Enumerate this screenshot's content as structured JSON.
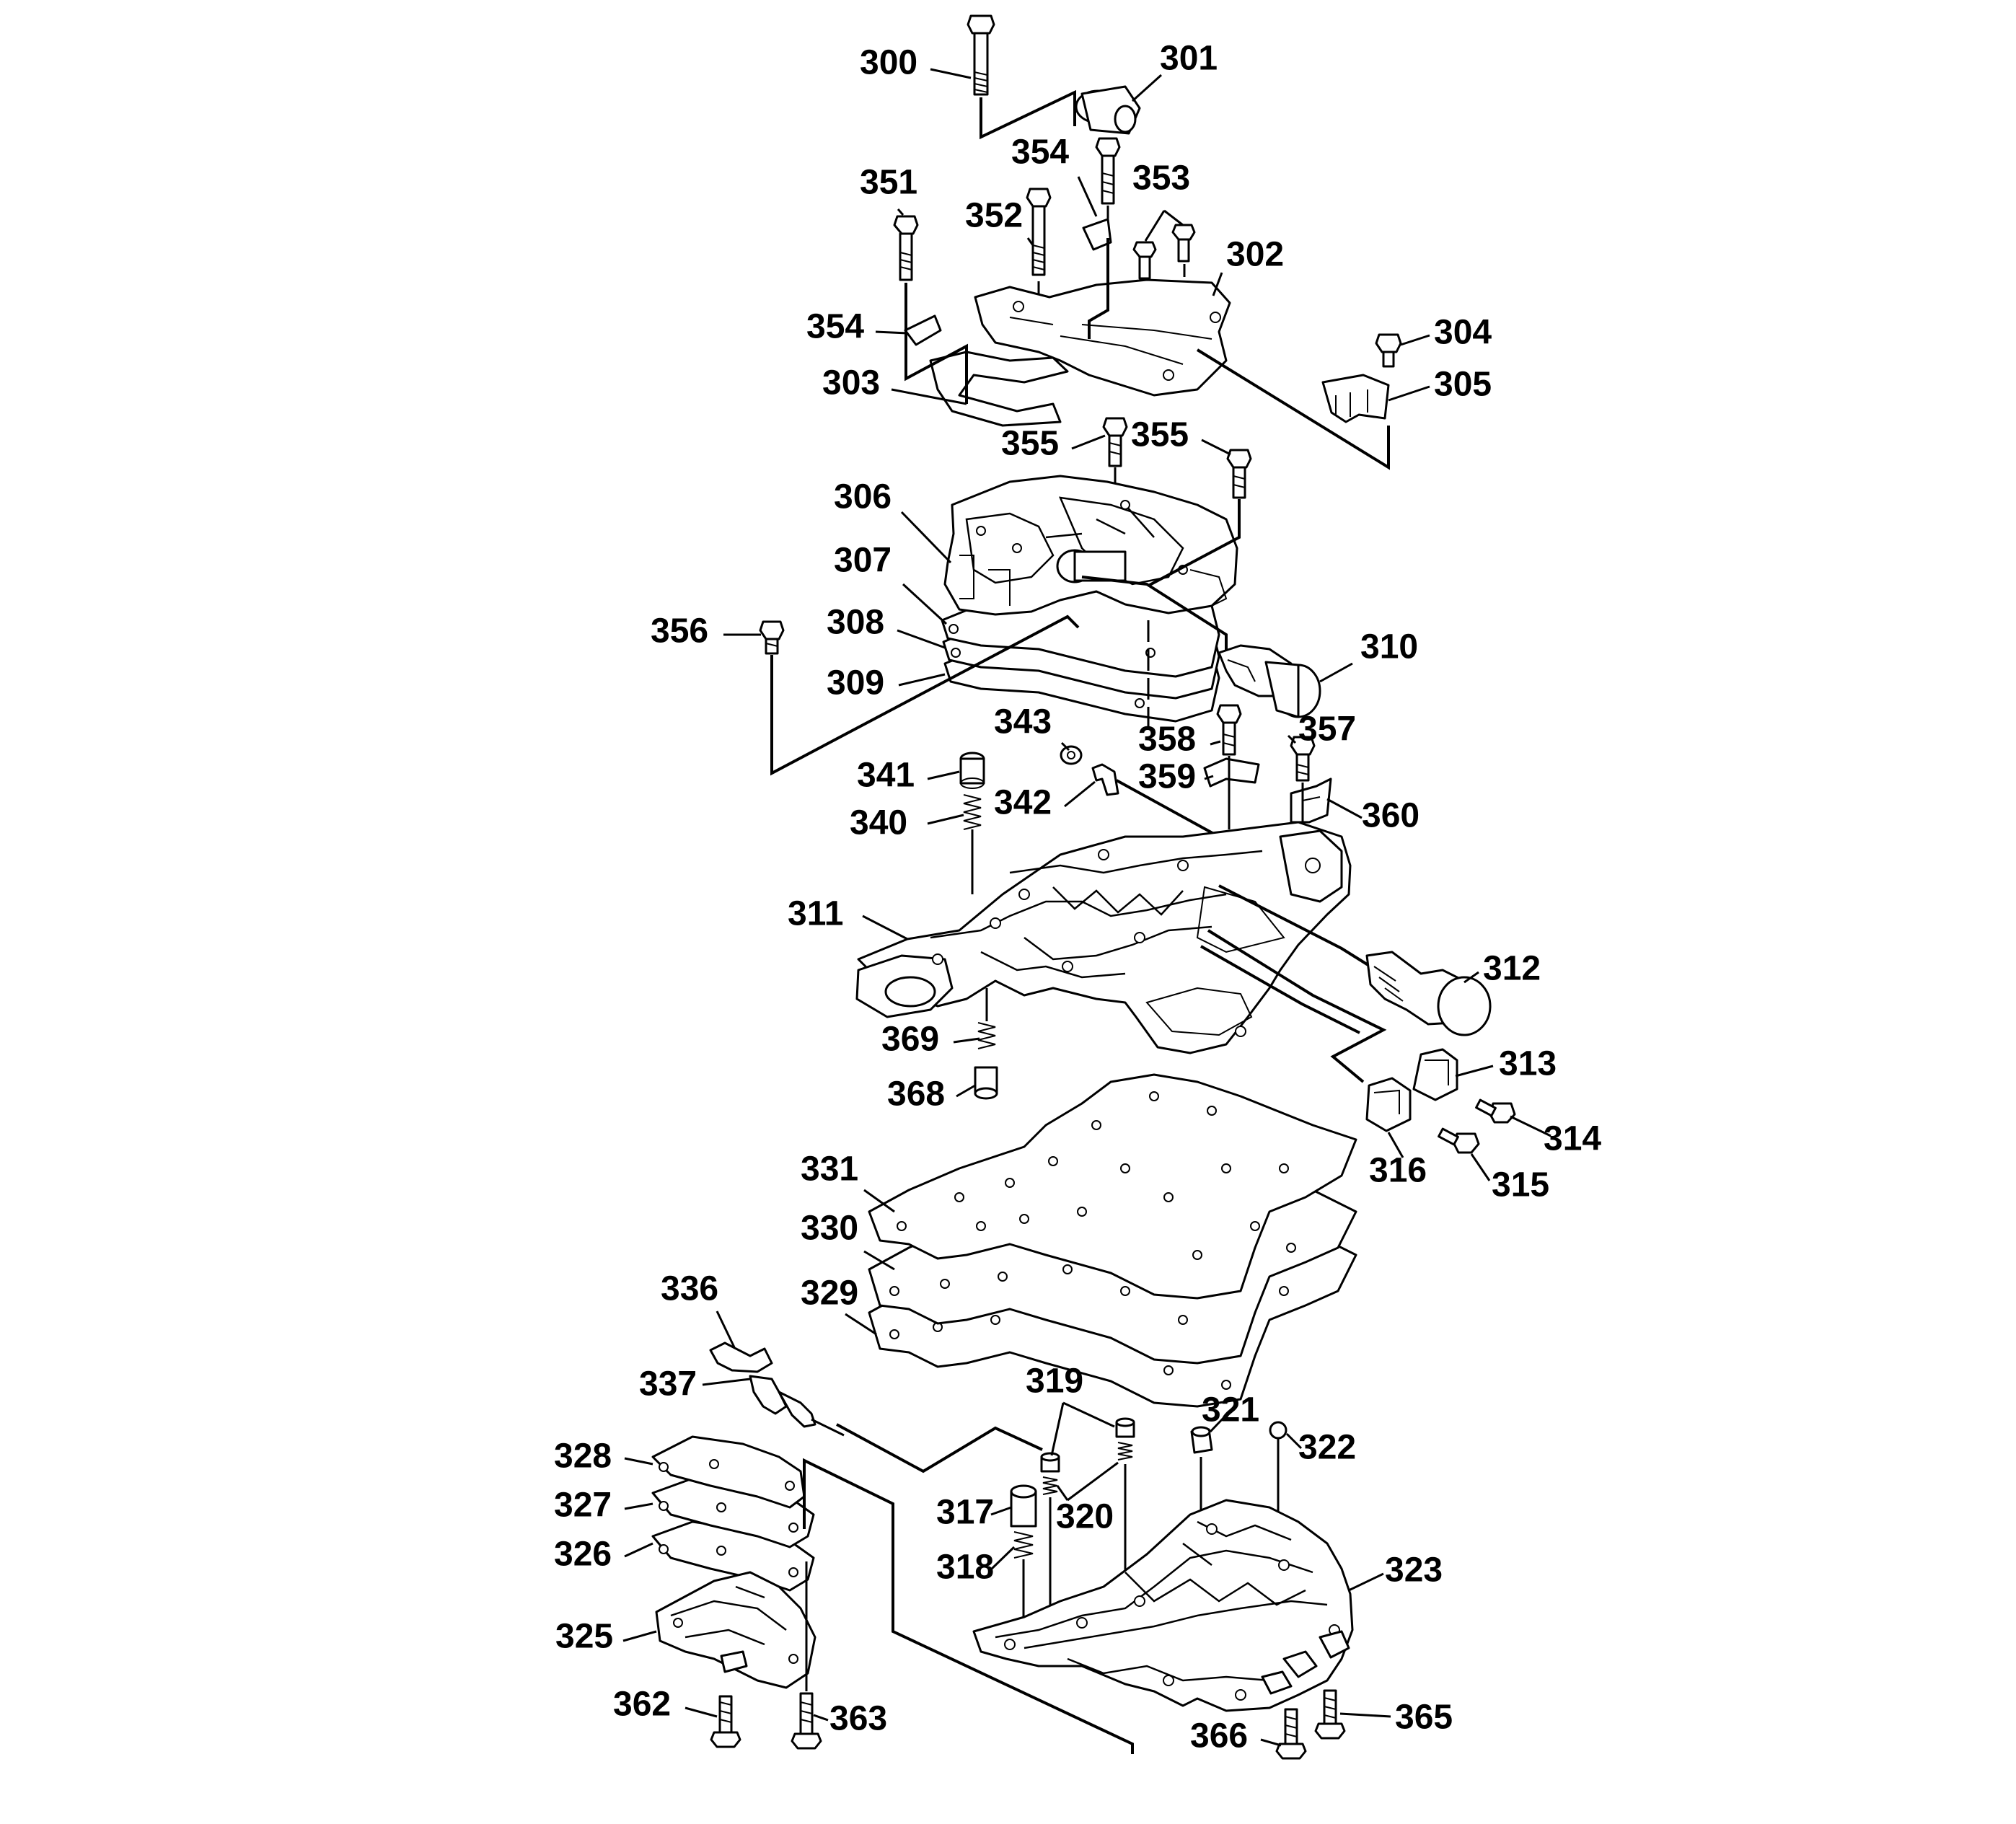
{
  "callouts": [
    "300",
    "301",
    "354",
    "353",
    "351",
    "352",
    "302",
    "354",
    "303",
    "304",
    "305",
    "355",
    "355",
    "306",
    "307",
    "308",
    "309",
    "356",
    "310",
    "343",
    "358",
    "357",
    "341",
    "359",
    "342",
    "340",
    "360",
    "311",
    "312",
    "369",
    "313",
    "368",
    "314",
    "316",
    "315",
    "331",
    "330",
    "329",
    "336",
    "337",
    "319",
    "321",
    "322",
    "328",
    "320",
    "327",
    "317",
    "326",
    "318",
    "323",
    "325",
    "362",
    "363",
    "366",
    "365"
  ]
}
